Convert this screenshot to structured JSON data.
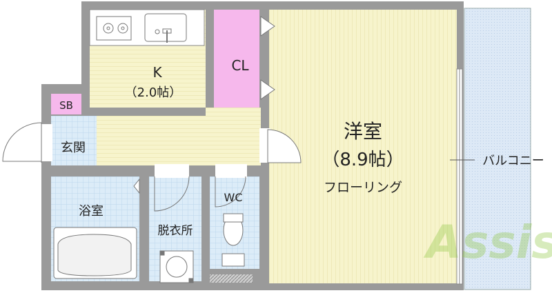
{
  "floorplan": {
    "rooms": {
      "kitchen": {
        "name": "K",
        "size": "（2.0帖）"
      },
      "closet": {
        "name": "CL"
      },
      "shoe_box": {
        "name": "SB"
      },
      "entrance": {
        "name": "玄関"
      },
      "western_room": {
        "name": "洋室",
        "size": "（8.9帖）",
        "floor": "フローリング"
      },
      "bathroom": {
        "name": "浴室"
      },
      "dressing_room": {
        "name": "脱衣所"
      },
      "toilet": {
        "name": "WC"
      },
      "balcony": {
        "name": "バルコニー"
      }
    },
    "watermark": {
      "text": "Assist"
    },
    "colors": {
      "wall": "#999999",
      "tatami_floor": "#f7f4cc",
      "floor_lines": "#e5dfa6",
      "wet_area": "#dcecf8",
      "wet_grid": "#bcd6ec",
      "closet": "#f6b8ec",
      "shoe_box": "#f6b8ec",
      "balcony": "#dde9f6",
      "watermark": "#8cc63f"
    }
  }
}
